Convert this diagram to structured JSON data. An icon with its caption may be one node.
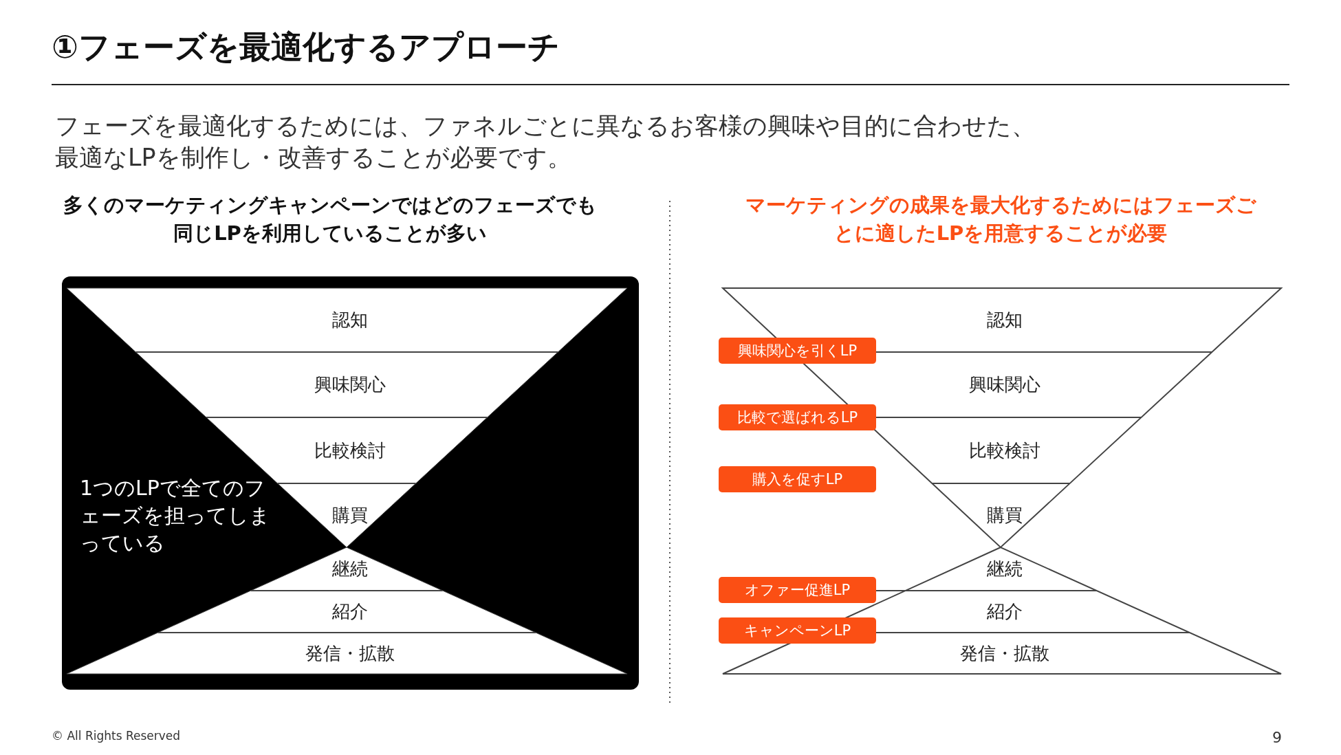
{
  "diagram": {
    "title": "①フェーズを最適化するアプローチ",
    "nodes": [
      {
        "text": [
          "1つのLPで全てのフェーズを担ってしまっている"
        ]
      },
      {
        "text": [
          "認知"
        ],
        "in": 0
      },
      {
        "text": [
          "興味関心"
        ],
        "in": 0
      },
      {
        "text": [
          "比較検討"
        ],
        "in": 0
      },
      {
        "text": [
          "購買"
        ],
        "in": 0
      },
      {
        "text": [
          "継続"
        ],
        "in": 0
      },
      {
        "text": [
          "紹介"
        ],
        "in": 0
      },
      {
        "text": [
          "発信・拡散"
        ],
        "in": 0
      },
      {
        "text": [
          "認知"
        ]
      },
      {
        "text": [
          "興味関心"
        ]
      },
      {
        "text": [
          "比較検討"
        ]
      },
      {
        "text": [
          "購買"
        ]
      },
      {
        "text": [
          "継続"
        ]
      },
      {
        "text": [
          "紹介"
        ]
      },
      {
        "text": [
          "発信・拡散"
        ]
      },
      {
        "text": [
          "興味関心を引くLP"
        ]
      },
      {
        "text": [
          "比較で選ばれるLP"
        ]
      },
      {
        "text": [
          "購入を促すLP"
        ]
      },
      {
        "text": [
          "オファー促進LP"
        ]
      },
      {
        "text": [
          "キャンペーンLP"
        ]
      }
    ],
    "edges": [],
    "labels": [
      "フェーズを最適化するためには、ファネルごとに異なるお客様の興味や目的に合わせた、最適なLPを制作し・改善することが必要です。",
      "多くのマーケティングキャンペーンではどのフェーズでも同じLPを利用していることが多い",
      "マーケティングの成果を最大化するためにはフェーズごとに適したLPを用意することが必要",
      "© All Rights Reserved",
      "9"
    ]
  }
}
